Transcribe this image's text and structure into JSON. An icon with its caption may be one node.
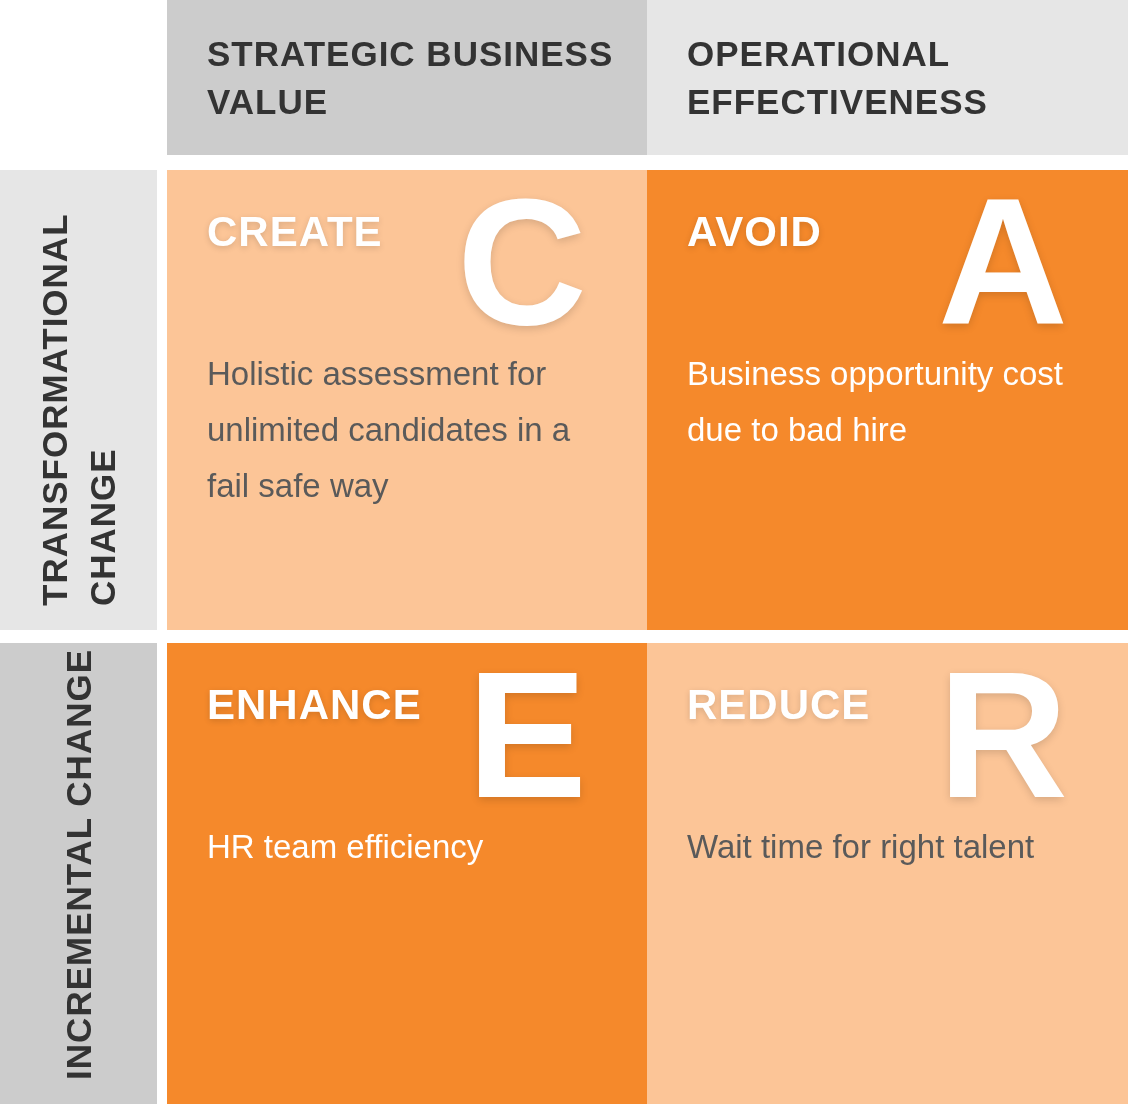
{
  "diagram": {
    "nodes": [
      {
        "text": [
          "STRATEGIC BUSINESS VALUE"
        ]
      },
      {
        "text": [
          "OPERATIONAL EFFECTIVENESS"
        ]
      },
      {
        "text": [
          "TRANSFORMATIONAL CHANGE"
        ]
      },
      {
        "text": [
          "CREATE",
          "C",
          "Holistic assessment for unlimited candidates in a fail safe way"
        ]
      },
      {
        "text": [
          "AVOID",
          "A",
          "Business opportunity cost due to bad hire"
        ]
      },
      {
        "text": [
          "INCREMENTAL CHANGE"
        ]
      },
      {
        "text": [
          "ENHANCE",
          "E",
          "HR team efficiency"
        ]
      },
      {
        "text": [
          "REDUCE",
          "R",
          "Wait time for right talent"
        ]
      }
    ]
  }
}
